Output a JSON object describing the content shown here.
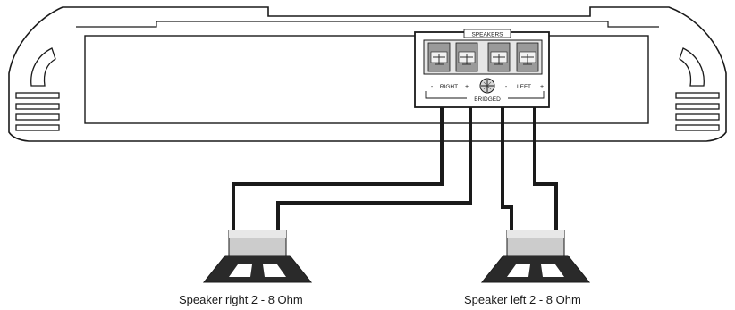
{
  "terminal_block": {
    "speakers_label": "SPEAKERS",
    "right_label": "RIGHT",
    "left_label": "LEFT",
    "bridged_label": "BRIDGED",
    "plus_sign": "+",
    "minus_sign": "-"
  },
  "speakers": [
    {
      "caption": "Speaker right  2 - 8 Ohm"
    },
    {
      "caption": "Speaker left  2 - 8 Ohm"
    }
  ],
  "colors": {
    "line": "#1a1a1a",
    "speaker_top": "#c8c8c8",
    "speaker_base": "#2a2a2a",
    "terminal_fill": "#9a9a9a"
  }
}
